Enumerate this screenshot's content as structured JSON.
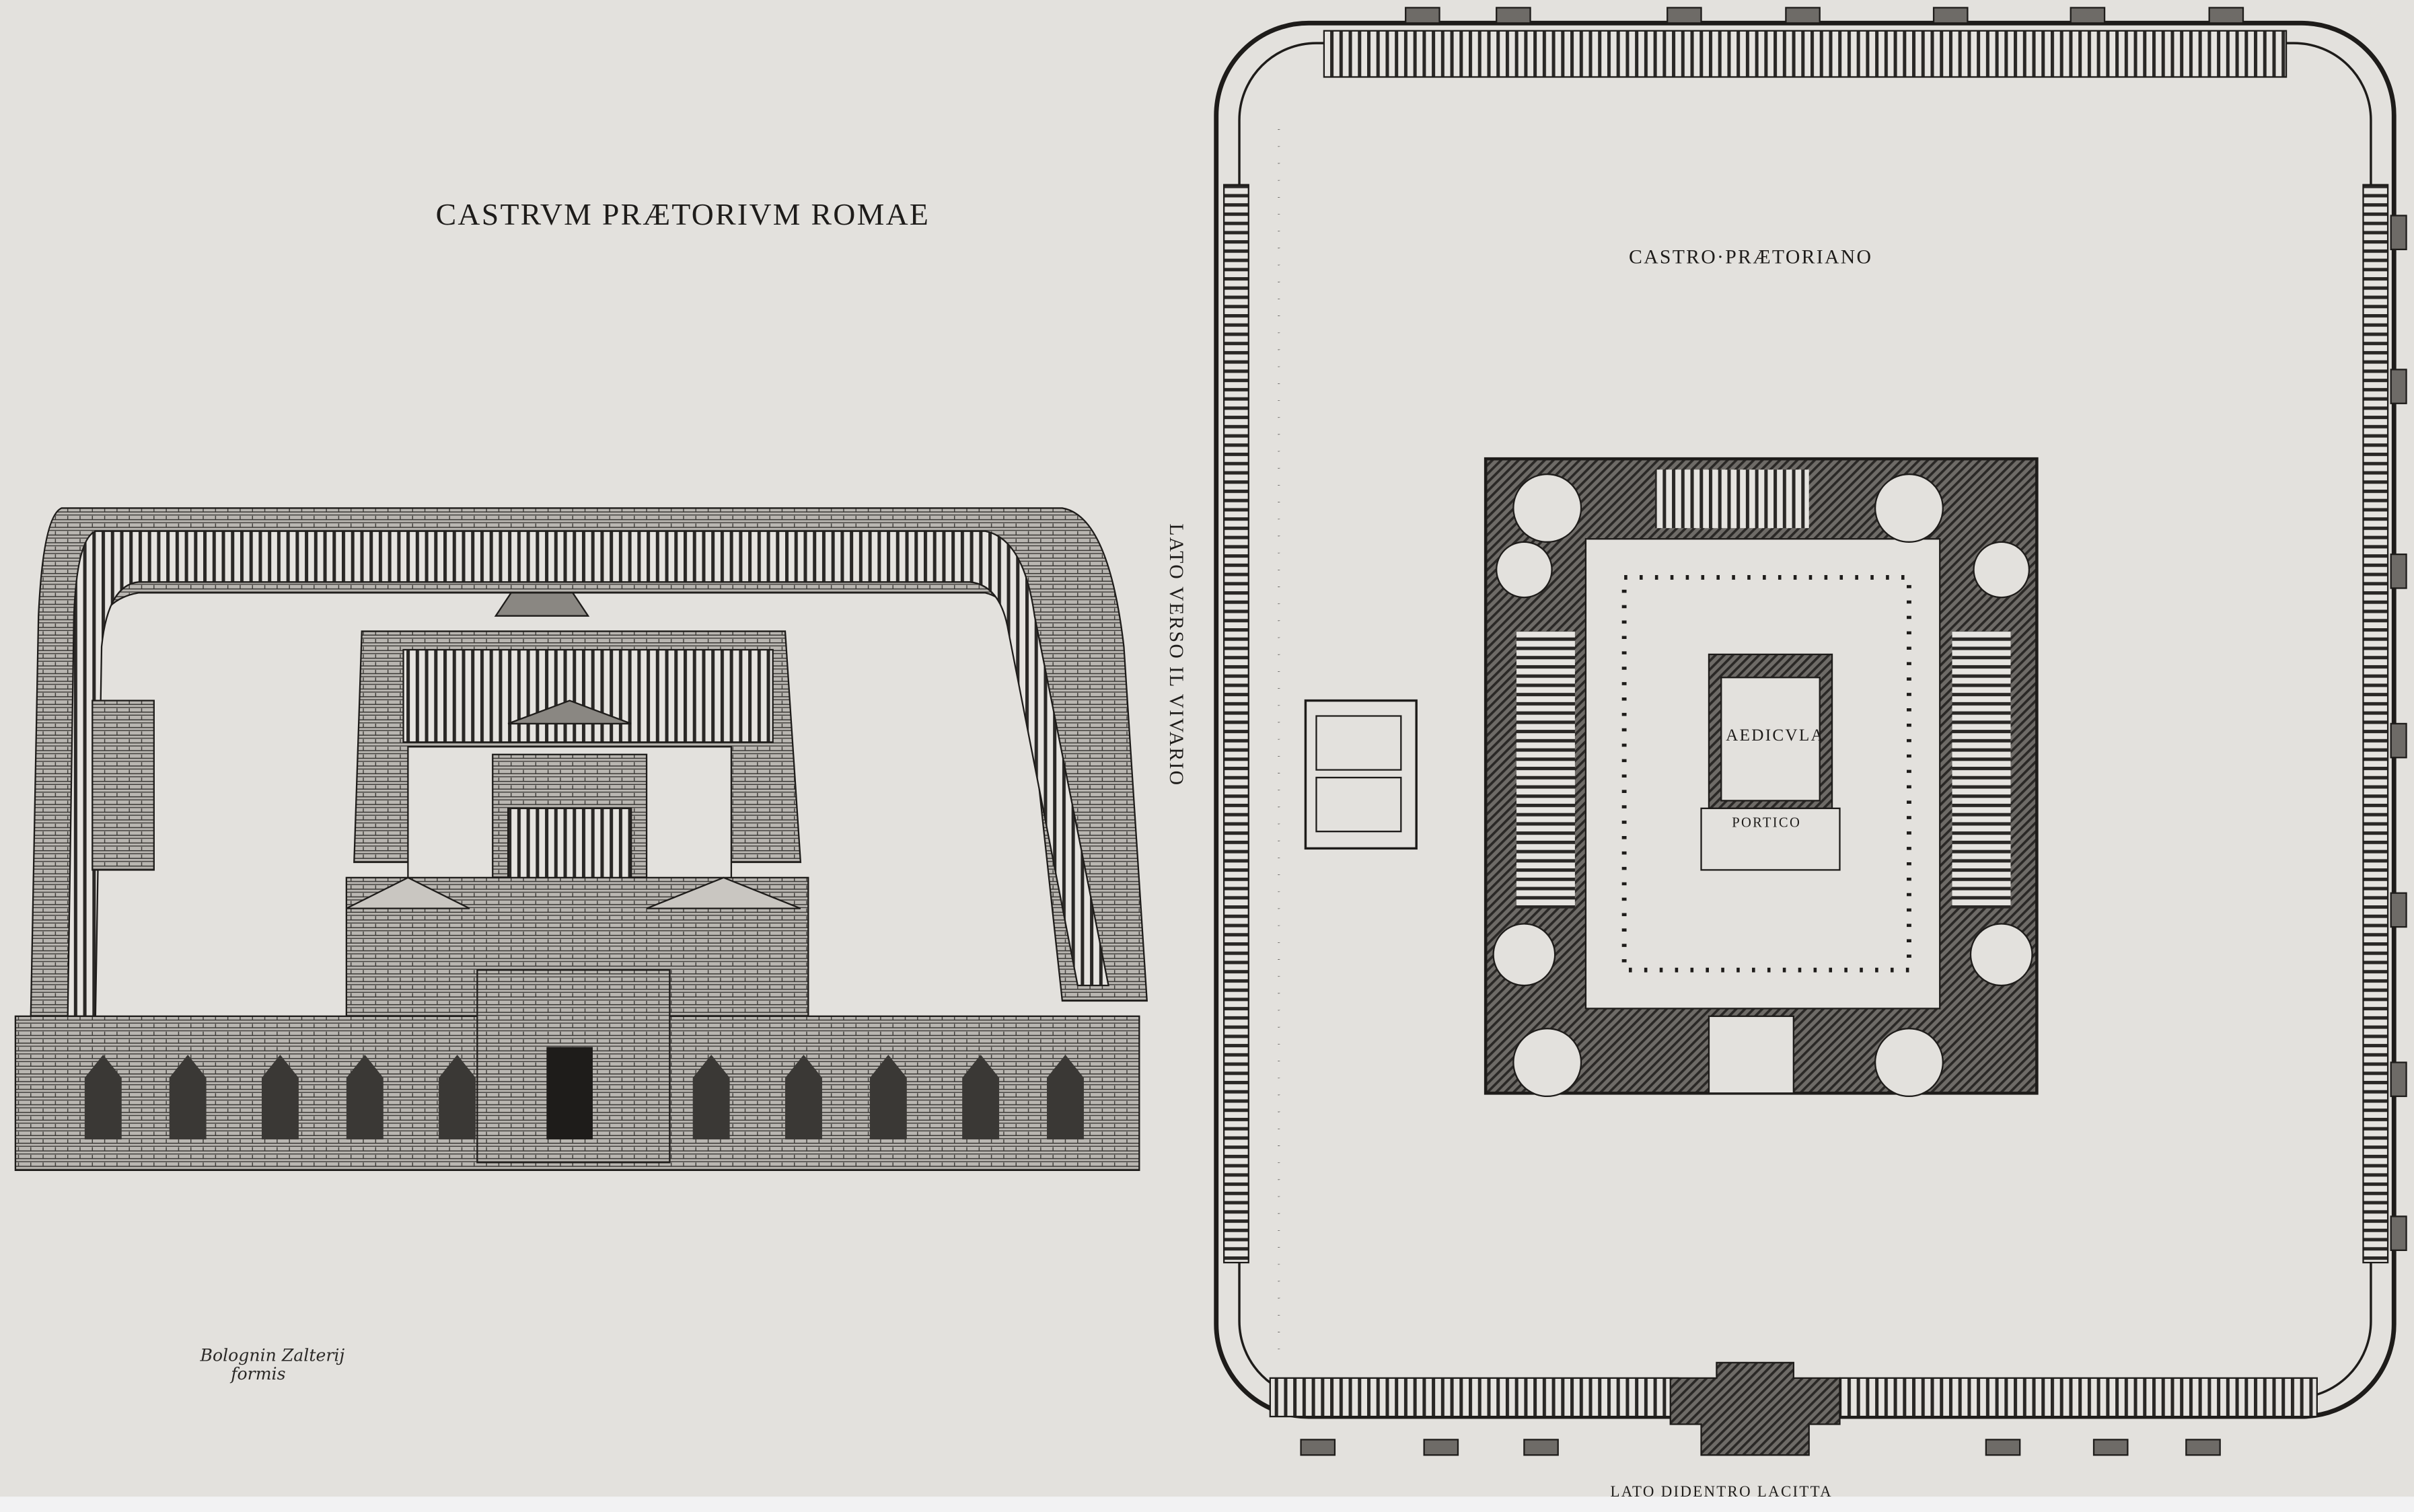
{
  "left_view": {
    "title": "CASTRVM PRÆTORIVM ROMAE",
    "side_label": "LATO VERSO IL VIVARIO",
    "signature_line1": "Bolognin Zalterij",
    "signature_line2": "formis"
  },
  "right_plan": {
    "title": "CASTRO·PRÆTORIANO",
    "aedicula_label": "AEDICVLA",
    "portico_label": "PORTICO",
    "bottom_label": "LATO DIDENTRO LACITTA"
  },
  "colors": {
    "paper": "#e3e1dd",
    "ink": "#1e1c1a"
  }
}
